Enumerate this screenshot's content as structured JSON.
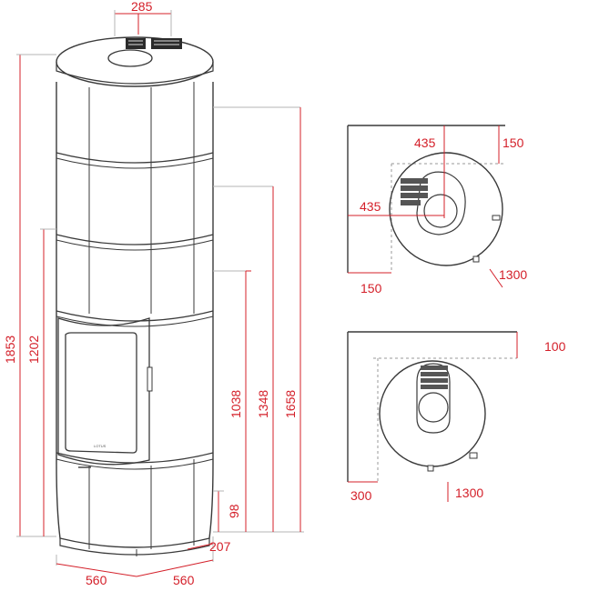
{
  "dimensions": {
    "top_opening_width": "285",
    "total_height": "1853",
    "outlet_height_1": "1202",
    "outlet_height_2": "1038",
    "outlet_height_3": "1348",
    "outlet_height_4": "1658",
    "base_height": "98",
    "base_depth": "207",
    "footprint_left": "560",
    "footprint_right": "560"
  },
  "corner_plan": {
    "outlet_offset_x": "435",
    "outlet_offset_y": "435",
    "wall_gap_top": "150",
    "wall_gap_left": "150",
    "front_clearance": "1300"
  },
  "wall_plan": {
    "wall_gap_top": "100",
    "wall_gap_left": "300",
    "front_clearance": "1300"
  },
  "door_logo": "LOTUS"
}
